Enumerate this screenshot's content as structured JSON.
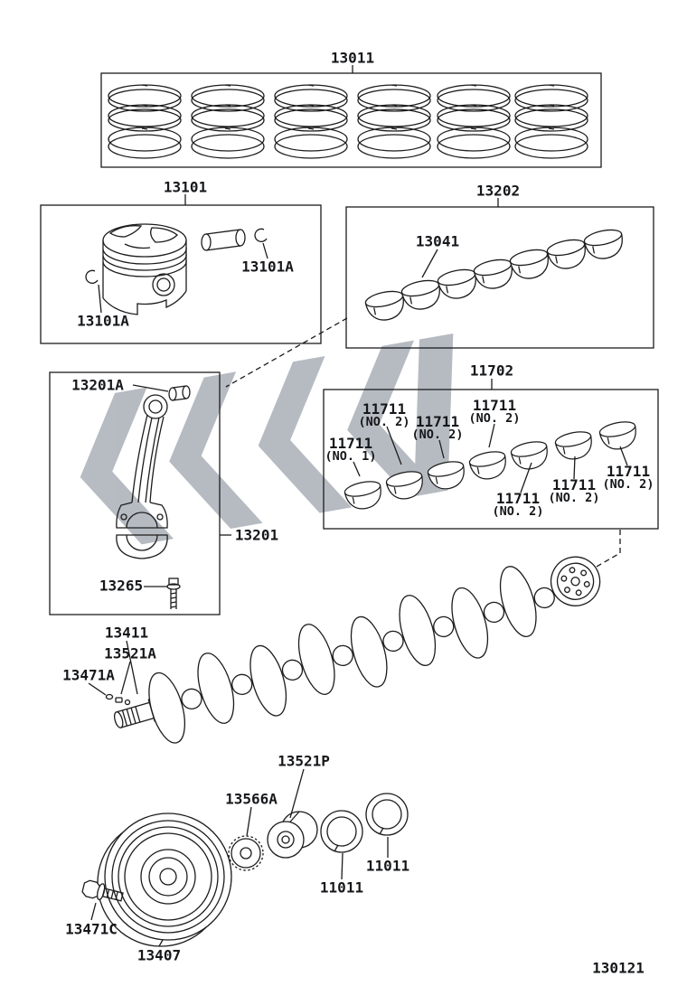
{
  "diagram": {
    "footer_code": "130121",
    "line_color": "#1c1c1c",
    "watermark_color": "#a5abb3"
  },
  "labels": {
    "piston_ring_set": "13011",
    "piston": "13101",
    "piston_pin_snap_ring_right": "13101A",
    "piston_pin_snap_ring_left": "13101A",
    "main_bearing_set": "13202",
    "main_bearing": "13041",
    "rod_small_end_bushing": "13201A",
    "connecting_rod": "13201",
    "connecting_rod_bolt": "13265",
    "rod_bearing_set": "11702",
    "crankshaft": "13411",
    "crankshaft_key": "13521A",
    "crankshaft_washer": "13471A",
    "crankshaft_timing_gear": "13521P",
    "gear_plate": "13566A",
    "thrust_washer_upper": "11011",
    "thrust_washer_lower": "11011",
    "crankshaft_pulley": "13407",
    "pulley_bolt": "13471C"
  },
  "rod_bearings": [
    {
      "part": "11711",
      "note": "(NO. 2)"
    },
    {
      "part": "11711",
      "note": "(NO. 2)"
    },
    {
      "part": "11711",
      "note": "(NO. 2)"
    },
    {
      "part": "11711",
      "note": "(NO. 1)"
    },
    {
      "part": "11711",
      "note": "(NO. 2)"
    },
    {
      "part": "11711",
      "note": "(NO. 2)"
    },
    {
      "part": "11711",
      "note": "(NO. 2)"
    }
  ]
}
